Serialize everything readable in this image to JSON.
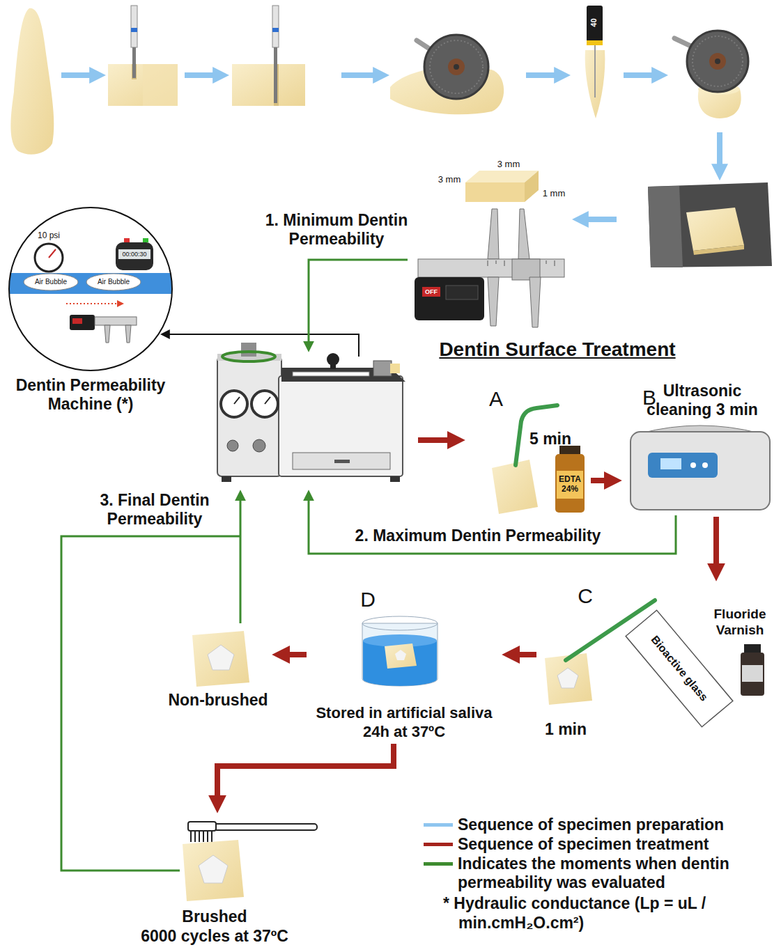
{
  "diagram": {
    "nodes": [
      {
        "text": [
          "10 psi",
          "00:00:30",
          "Dentin Permeability Machine (*)"
        ]
      },
      {
        "text": [
          "Air Bubble"
        ],
        "in": 0
      },
      {
        "text": [
          "Air Bubble"
        ],
        "in": 0
      },
      {
        "text": [
          "A",
          "5 min",
          "EDTA 24%"
        ]
      },
      {
        "text": [
          "B",
          "Ultrasonic cleaning 3 min"
        ]
      },
      {
        "text": [
          "C",
          "Fluoride Varnish",
          "Bioactive glass",
          "1 min"
        ]
      },
      {
        "text": [
          "D",
          "Stored in artificial saliva 24h at 37ºC"
        ]
      },
      {
        "text": [
          "Non-brushed"
        ]
      },
      {
        "text": [
          "Brushed",
          "6000 cycles at 37ºC"
        ]
      }
    ],
    "edges": [
      {
        "from": 3,
        "to": 4,
        "arrow": "to"
      },
      {
        "from": 4,
        "to": 5,
        "arrow": "to"
      },
      {
        "from": 5,
        "to": 6,
        "arrow": "to"
      },
      {
        "from": 6,
        "to": 7,
        "arrow": "to"
      },
      {
        "from": 6,
        "to": 8,
        "arrow": "to"
      }
    ],
    "labels": [
      "40",
      "3 mm",
      "3 mm",
      "1 mm",
      "OFF",
      "1. Minimum Dentin Permeability",
      "Dentin Surface Treatment",
      "2. Maximum Dentin Permeability",
      "3. Final Dentin Permeability",
      "* Hydraulic conductance (Lp = uL / min.cmH₂O.cm²)"
    ],
    "legend": [
      {
        "text": "Sequence of specimen preparation",
        "color": "#8ec5ef"
      },
      {
        "text": "Sequence of specimen treatment",
        "color": "#a5231c"
      },
      {
        "text": "Indicates the moments when dentin permeability was evaluated",
        "color": "#3d8b2f"
      }
    ]
  }
}
